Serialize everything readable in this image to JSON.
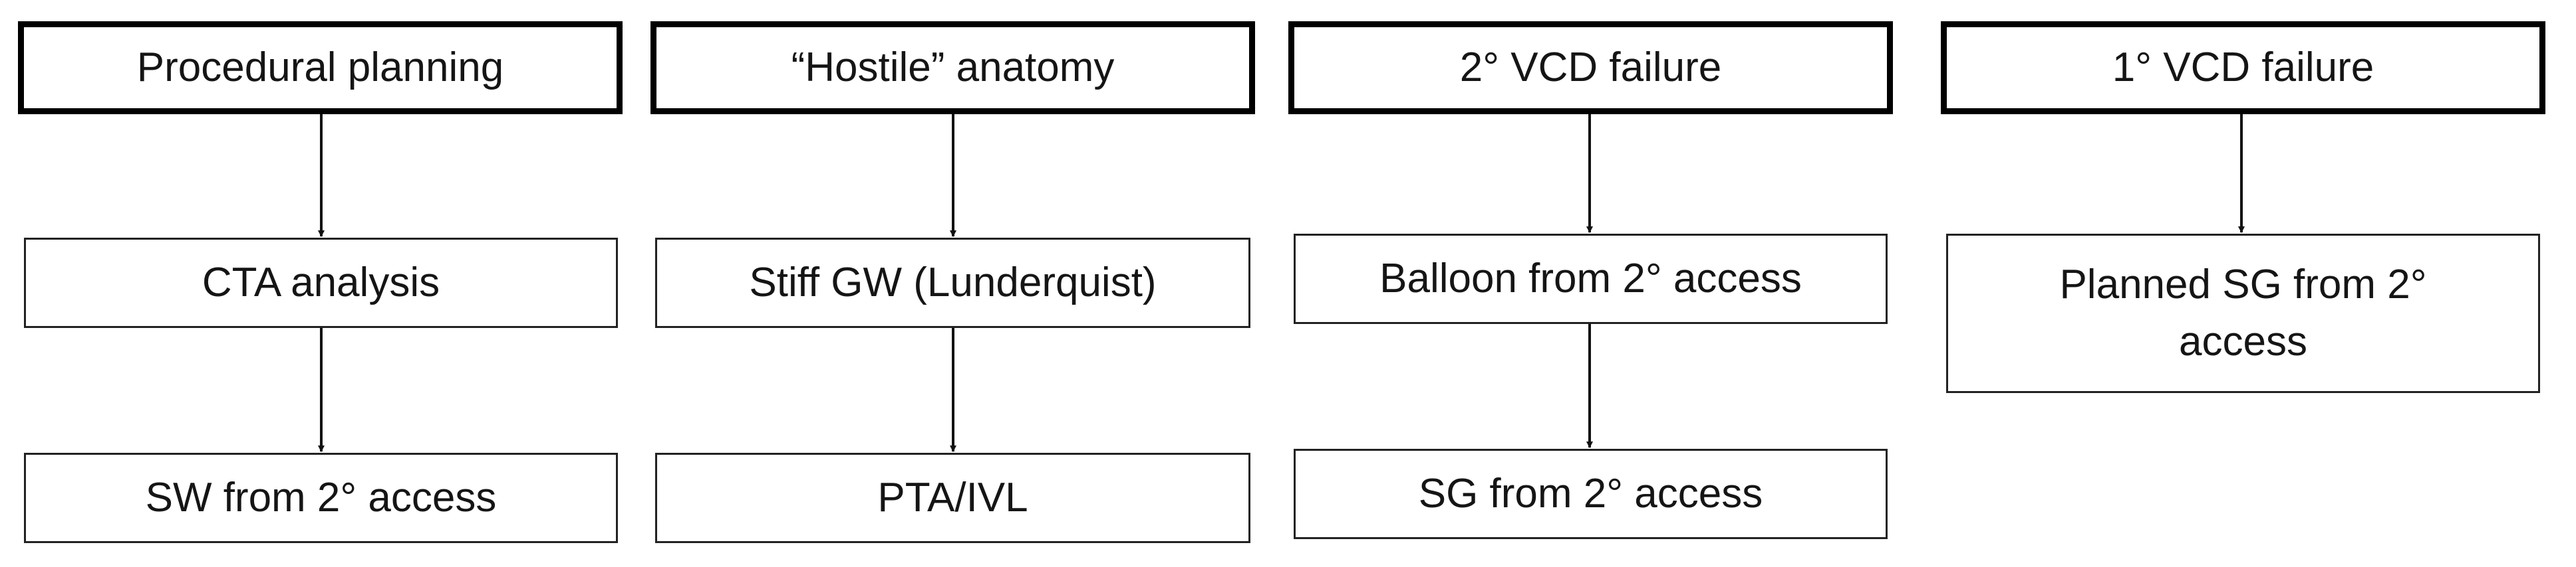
{
  "diagram": {
    "columns": [
      {
        "header": "Procedural planning",
        "steps": [
          "CTA analysis",
          "SW from 2° access"
        ]
      },
      {
        "header": "“Hostile” anatomy",
        "steps": [
          "Stiff GW (Lunderquist)",
          "PTA/IVL"
        ]
      },
      {
        "header": "2° VCD failure",
        "steps": [
          "Balloon from 2° access",
          "SG from 2° access"
        ]
      },
      {
        "header": "1° VCD failure",
        "steps": [
          "Planned SG from 2° access"
        ]
      }
    ]
  }
}
